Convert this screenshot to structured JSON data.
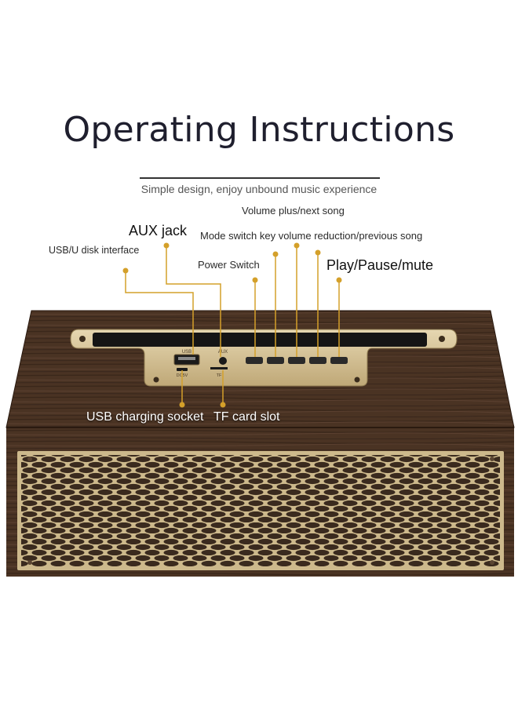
{
  "title": "Operating Instructions",
  "subtitle": "Simple design, enjoy unbound music experience",
  "callouts": {
    "volume_plus": "Volume plus/next song",
    "aux_jack": "AUX jack",
    "mode_switch": "Mode switch key volume reduction/previous song",
    "usb_disk": "USB/U disk interface",
    "power_switch": "Power Switch",
    "play_pause": "Play/Pause/mute",
    "usb_charging": "USB charging socket",
    "tf_card": "TF card slot"
  },
  "panel_markings": {
    "usb": "USB",
    "aux": "AUX",
    "dc5v": "DC5V",
    "tf": "TF"
  },
  "colors": {
    "wood": "#4a3323",
    "wood_dark": "#2e1e14",
    "gold": "#c9b68a",
    "leader": "#d4a02a",
    "button": "#2a2a2a"
  }
}
